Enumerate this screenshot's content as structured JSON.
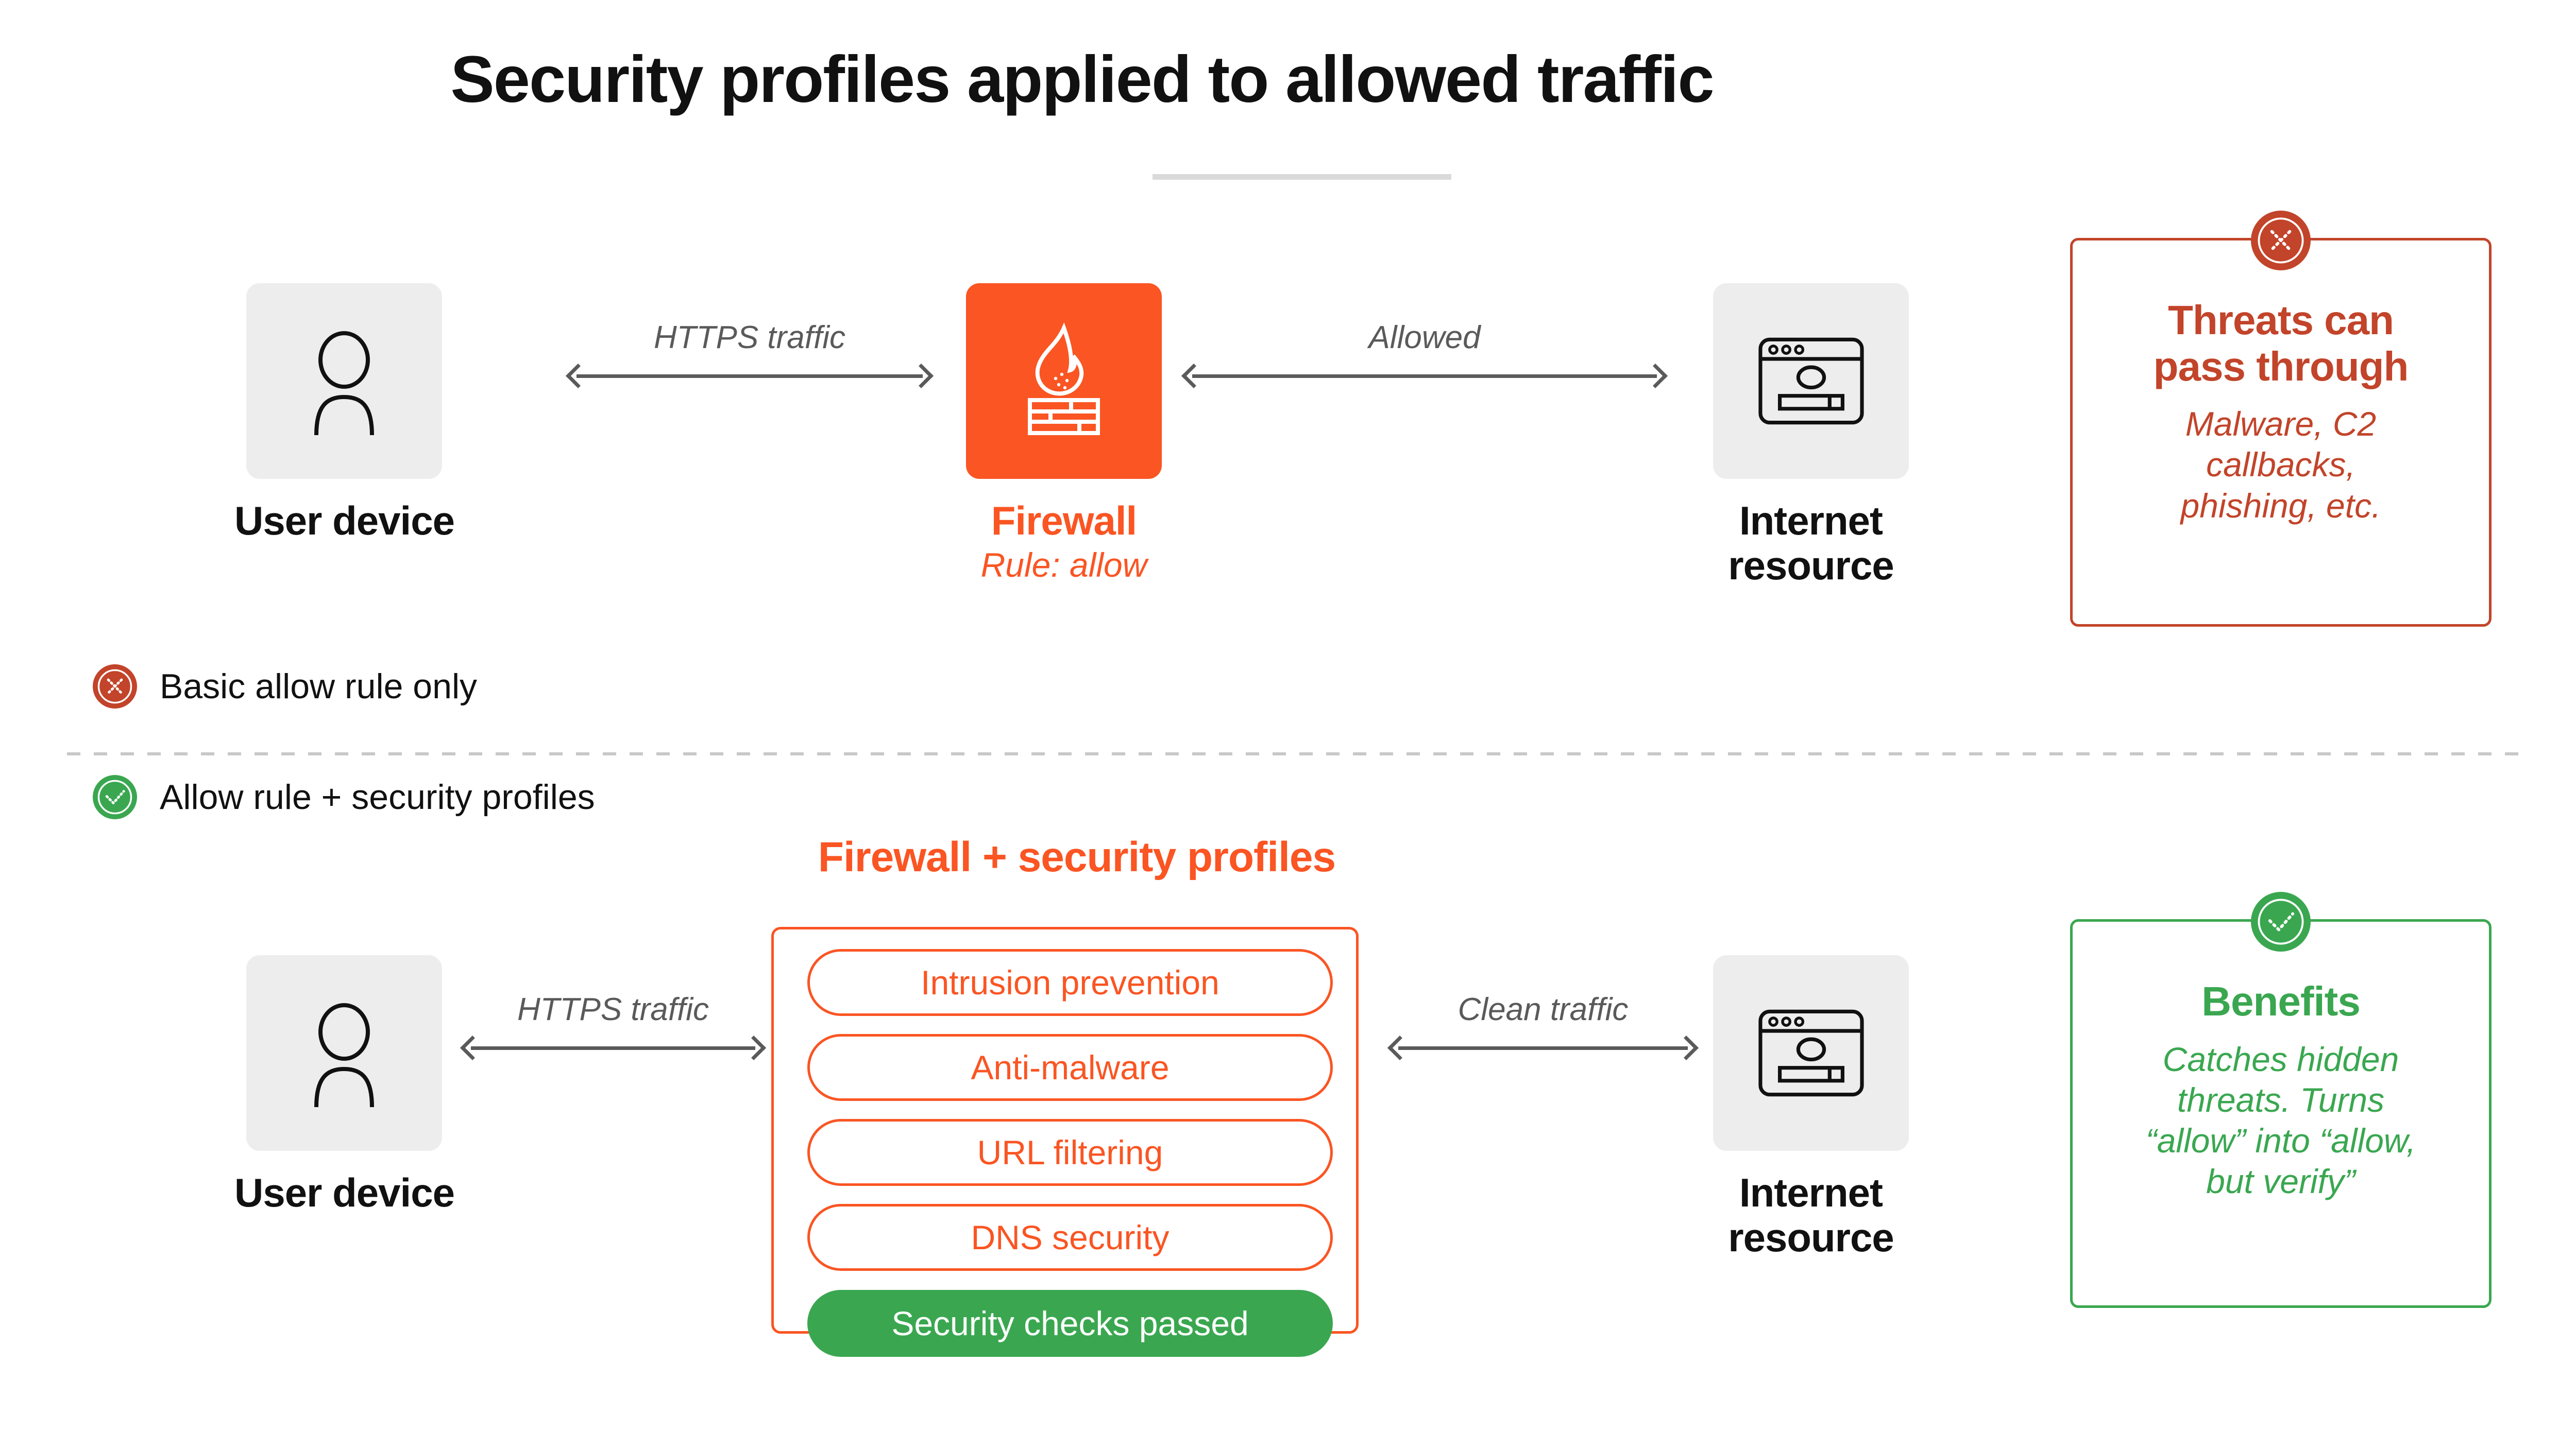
{
  "page": {
    "title": "Security profiles applied to allowed traffic"
  },
  "row_basic": {
    "user_device": {
      "label": "User device",
      "icon": "person-icon"
    },
    "arrow_left": {
      "label": "HTTPS traffic",
      "icon": "double-arrow-icon"
    },
    "firewall": {
      "label": "Firewall",
      "sublabel": "Rule: allow",
      "icon": "firewall-flame-brick-icon"
    },
    "arrow_right": {
      "label": "Allowed",
      "icon": "double-arrow-icon"
    },
    "internet_resource": {
      "label": "Internet\nresource",
      "icon": "browser-window-icon"
    },
    "callout": {
      "badge_icon": "x-circle-icon",
      "title": "Threats can\npass through",
      "body": "Malware, C2\ncallbacks,\nphishing, etc."
    }
  },
  "legend": {
    "items": [
      {
        "label": "Basic allow rule only",
        "badge_icon": "x-circle-icon",
        "color": "#c2442a"
      },
      {
        "label": "Allow rule + security profiles",
        "badge_icon": "check-circle-icon",
        "color": "#3aa750"
      }
    ]
  },
  "row_profiles": {
    "user_device": {
      "label": "User device",
      "icon": "person-icon"
    },
    "arrow_left": {
      "label": "HTTPS traffic",
      "icon": "double-arrow-icon"
    },
    "stack": {
      "title": "Firewall + security profiles",
      "profiles": [
        "Intrusion prevention",
        "Anti-malware",
        "URL filtering",
        "DNS security"
      ],
      "status_pill": "Security checks passed"
    },
    "arrow_right": {
      "label": "Clean traffic",
      "icon": "double-arrow-icon"
    },
    "internet_resource": {
      "label": "Internet\nresource",
      "icon": "browser-window-icon"
    },
    "callout": {
      "badge_icon": "check-circle-icon",
      "title": "Benefits",
      "body": "Catches hidden\nthreats. Turns\n“allow” into “allow,\nbut verify”"
    }
  },
  "colors": {
    "orange": "#fa5523",
    "brick": "#c2442a",
    "green": "#3aa750",
    "tile_gray": "#ededed",
    "arrow_gray": "#5a5a5a",
    "rule_gray": "#dadada"
  }
}
